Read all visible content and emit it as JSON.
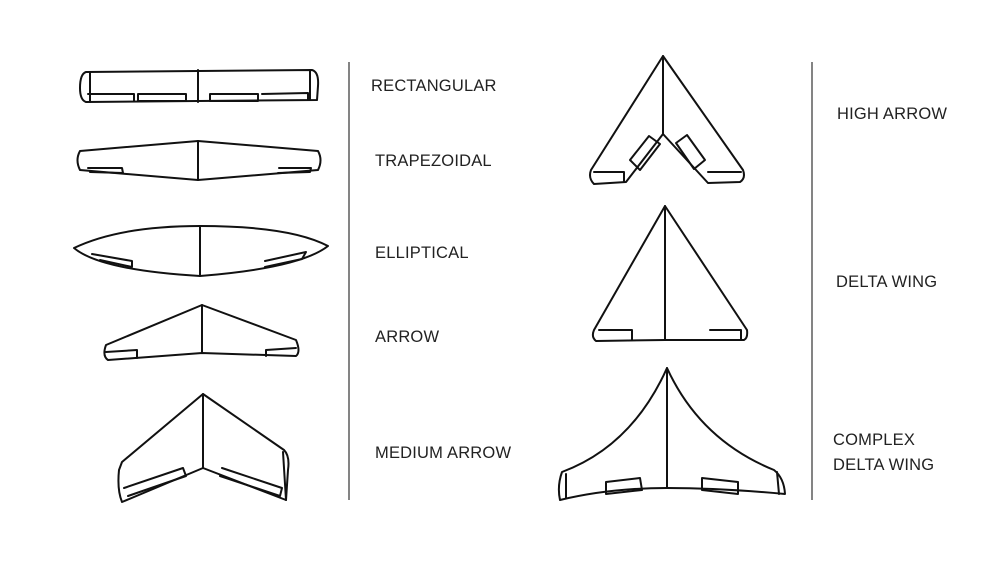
{
  "labels": {
    "rectangular": "RECTANGULAR",
    "trapezoidal": "TRAPEZOIDAL",
    "elliptical": "ELLIPTICAL",
    "arrow": "ARROW",
    "medium_arrow": "MEDIUM ARROW",
    "high_arrow": "HIGH ARROW",
    "delta_wing": "DELTA WING",
    "complex_delta_wing_line1": "COMPLEX",
    "complex_delta_wing_line2": "DELTA WING"
  },
  "colors": {
    "stroke": "#111111",
    "text": "#222222",
    "background": "#ffffff"
  }
}
